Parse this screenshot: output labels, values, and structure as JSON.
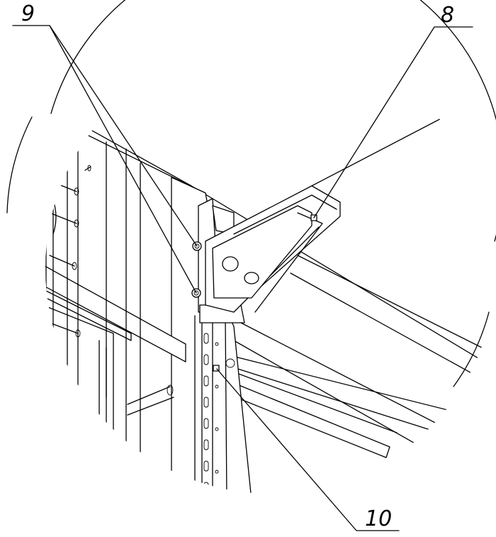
{
  "callouts": {
    "c9": {
      "label": "9"
    },
    "c8": {
      "label": "8"
    },
    "c10": {
      "label": "10"
    }
  }
}
